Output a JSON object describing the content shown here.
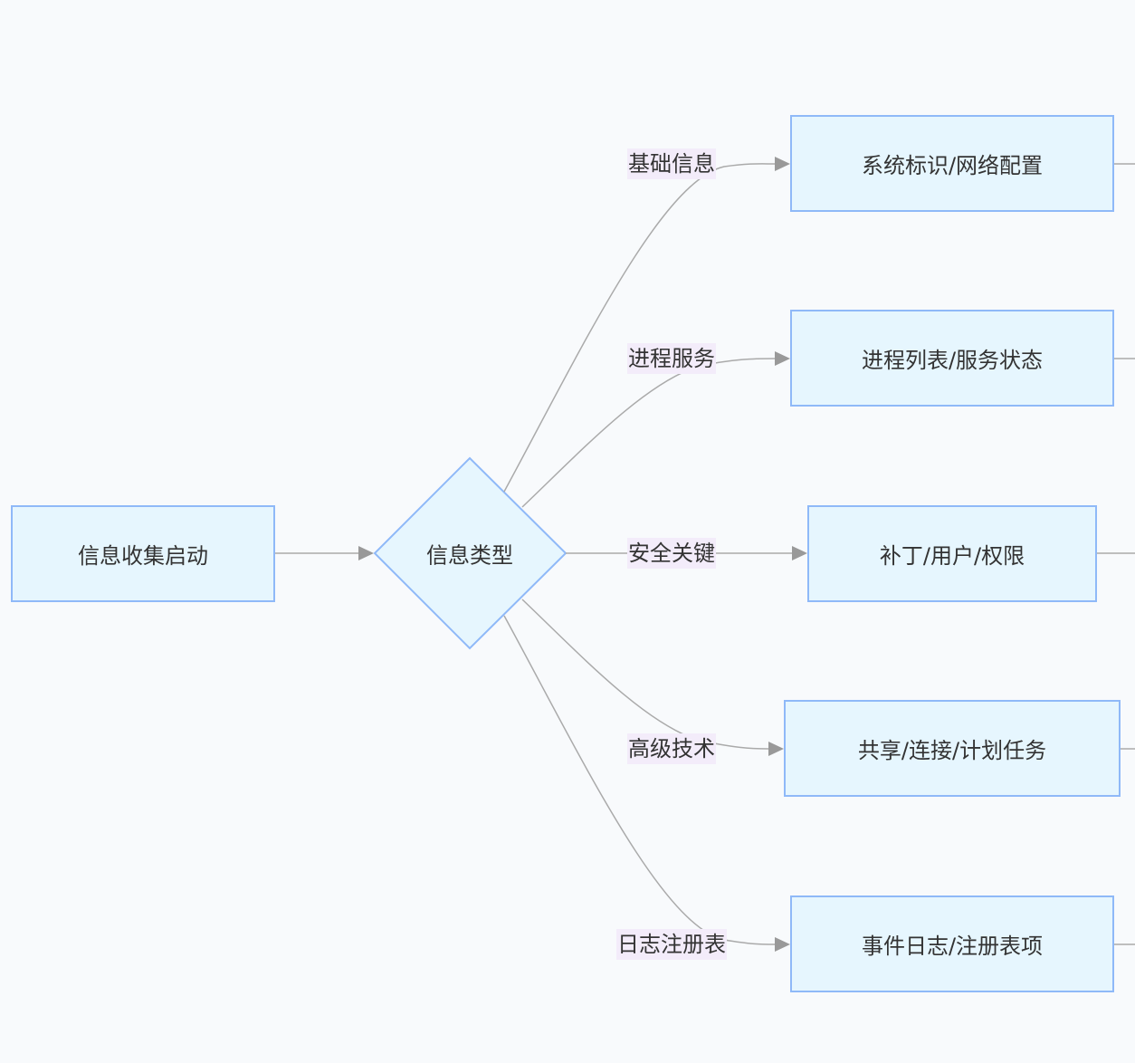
{
  "diagram": {
    "start_node": "信息收集启动",
    "decision_node": "信息类型",
    "branches": [
      {
        "label": "基础信息",
        "target": "系统标识/网络配置"
      },
      {
        "label": "进程服务",
        "target": "进程列表/服务状态"
      },
      {
        "label": "安全关键",
        "target": "补丁/用户/权限"
      },
      {
        "label": "高级技术",
        "target": "共享/连接/计划任务"
      },
      {
        "label": "日志注册表",
        "target": "事件日志/注册表项"
      }
    ]
  },
  "colors": {
    "background": "#f8fafc",
    "node_fill": "#e6f6fe",
    "node_border": "#8fb9f8",
    "edge": "#aaaaaa",
    "arrow": "#999999",
    "label_fill": "#f3ecfa",
    "text": "#333333"
  }
}
